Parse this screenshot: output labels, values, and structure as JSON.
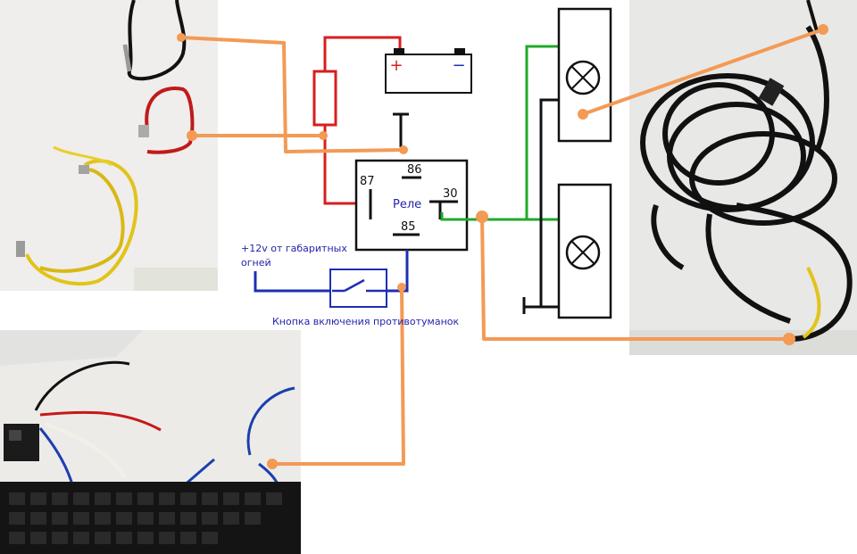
{
  "diagram": {
    "relay_label": "Реле",
    "pins": {
      "p86": "86",
      "p87": "87",
      "p30": "30",
      "p85": "85"
    },
    "battery": {
      "plus": "+",
      "minus": "−"
    },
    "source_label_line1": "+12v от габаритных",
    "source_label_line2": "огней",
    "button_caption": "Кнопка включения противотуманок"
  },
  "colors": {
    "overlay_wire": "#f39a55",
    "red_wire": "#d81e1e",
    "green_wire": "#1faa2a",
    "blue_wire": "#1d2fb4",
    "black_wire": "#111111",
    "label_blue": "#2424a8",
    "photo_background": "#ecebea"
  },
  "icons": [
    "fuse-icon",
    "battery-icon",
    "fog-lamp-icon",
    "switch-icon",
    "ground-icon"
  ]
}
